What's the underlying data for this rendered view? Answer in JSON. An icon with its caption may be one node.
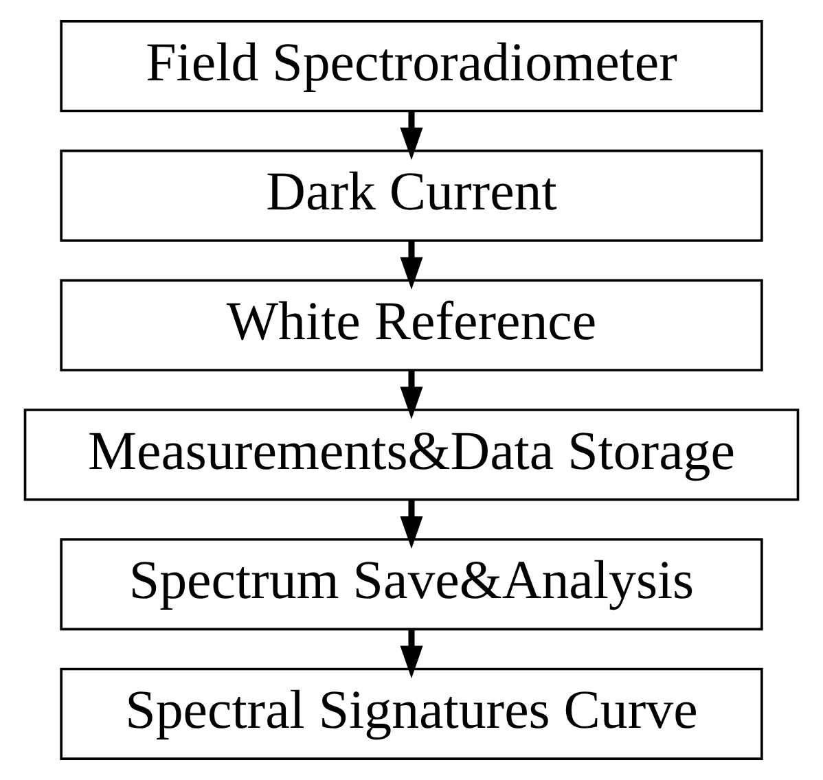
{
  "diagram": {
    "nodes": [
      {
        "text": [
          "Field Spectroradiometer"
        ]
      },
      {
        "text": [
          "Dark Current"
        ]
      },
      {
        "text": [
          "White Reference"
        ]
      },
      {
        "text": [
          "Measurements&Data Storage"
        ]
      },
      {
        "text": [
          "Spectrum Save&Analysis"
        ]
      },
      {
        "text": [
          "Spectral Signatures Curve"
        ]
      }
    ],
    "edges": [
      {
        "from": 0,
        "to": 1,
        "arrow": "to"
      },
      {
        "from": 1,
        "to": 2,
        "arrow": "to"
      },
      {
        "from": 2,
        "to": 3,
        "arrow": "to"
      },
      {
        "from": 3,
        "to": 4,
        "arrow": "to"
      },
      {
        "from": 4,
        "to": 5,
        "arrow": "to"
      }
    ]
  }
}
